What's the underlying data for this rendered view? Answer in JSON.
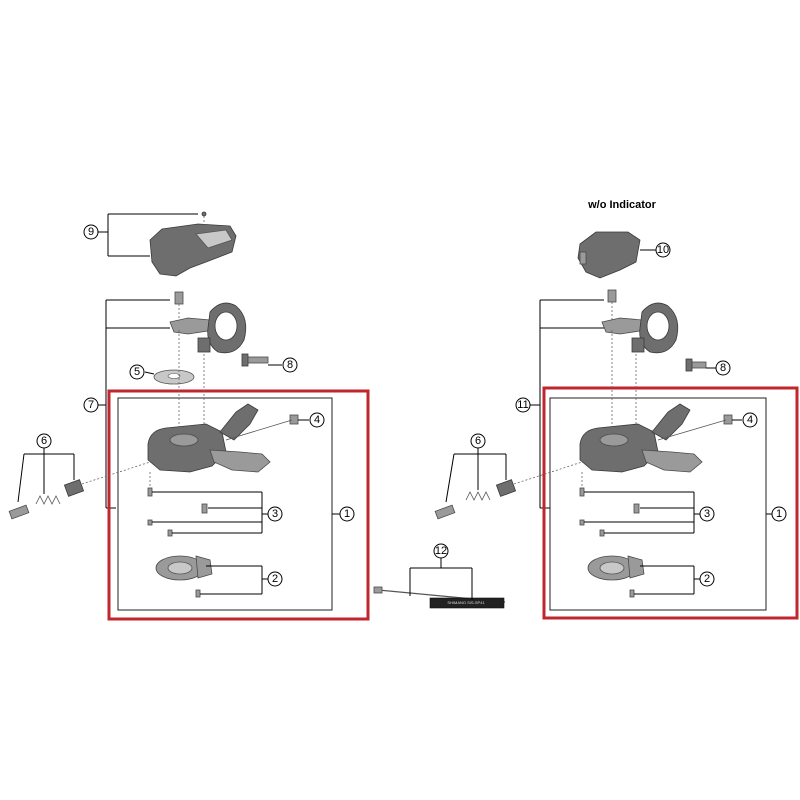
{
  "title_right": "w/o Indicator",
  "callouts_left": [
    "9",
    "7",
    "5",
    "8",
    "6",
    "4",
    "3",
    "2",
    "1"
  ],
  "callouts_right": [
    "10",
    "11",
    "8",
    "6",
    "4",
    "3",
    "2",
    "1"
  ],
  "callout_center": "12",
  "cable_label": "SHIMANO SIS-SP41",
  "colors": {
    "highlight": "#c0262d",
    "part": "#7a7a7a"
  }
}
